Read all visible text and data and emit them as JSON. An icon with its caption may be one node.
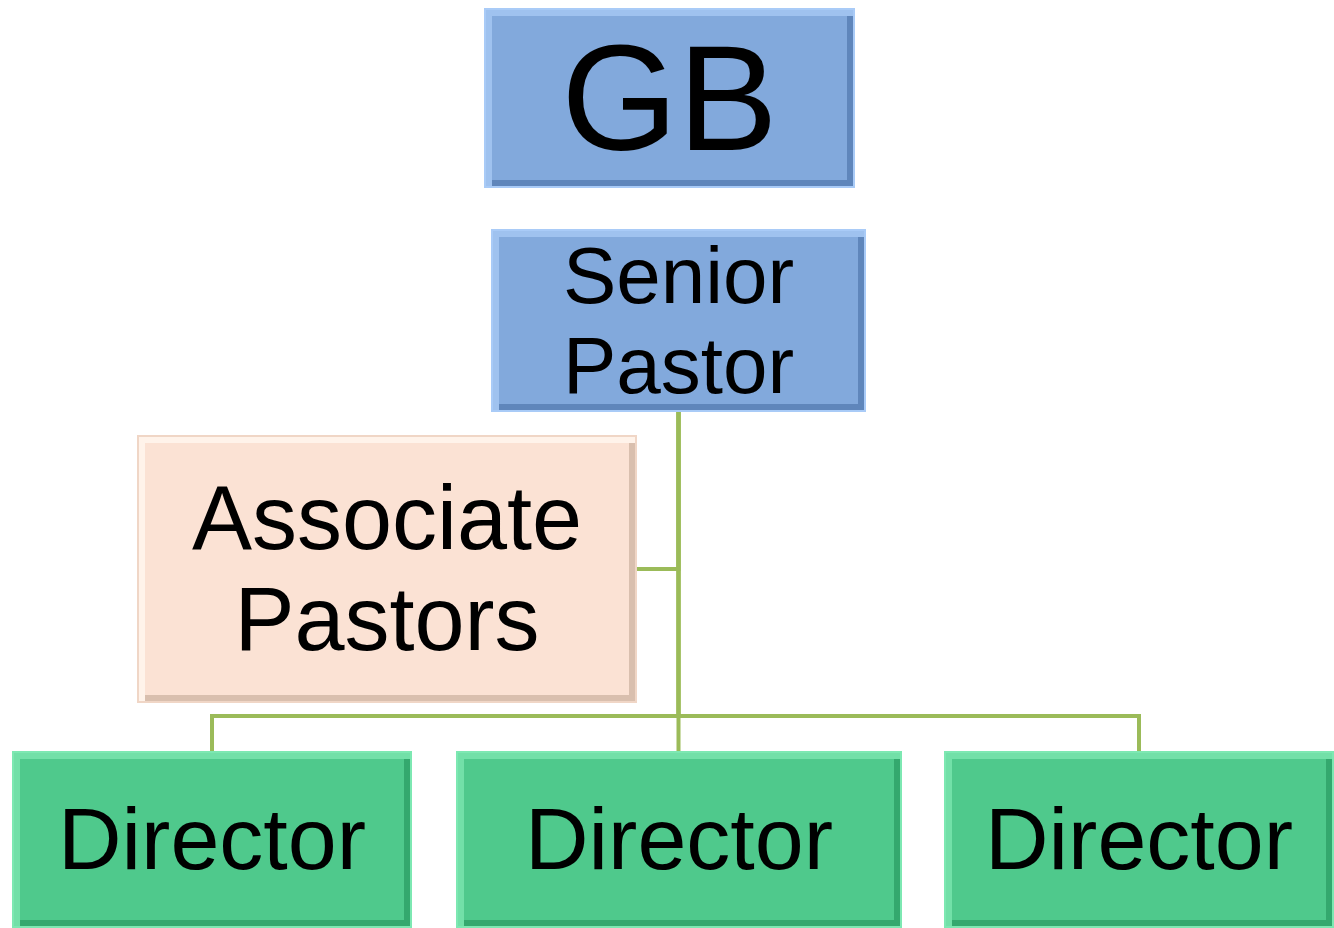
{
  "diagram": {
    "nodes": [
      {
        "text": [
          "GB"
        ]
      },
      {
        "text": [
          "Senior Pastor"
        ]
      },
      {
        "text": [
          "Associate Pastors"
        ]
      },
      {
        "text": [
          "Director"
        ]
      },
      {
        "text": [
          "Director"
        ]
      },
      {
        "text": [
          "Director"
        ]
      }
    ],
    "edges": [
      {
        "from": 1,
        "to": 2,
        "arrow": "none"
      },
      {
        "from": 1,
        "to": 3,
        "arrow": "none"
      },
      {
        "from": 1,
        "to": 4,
        "arrow": "none"
      },
      {
        "from": 1,
        "to": 5,
        "arrow": "none"
      }
    ]
  }
}
